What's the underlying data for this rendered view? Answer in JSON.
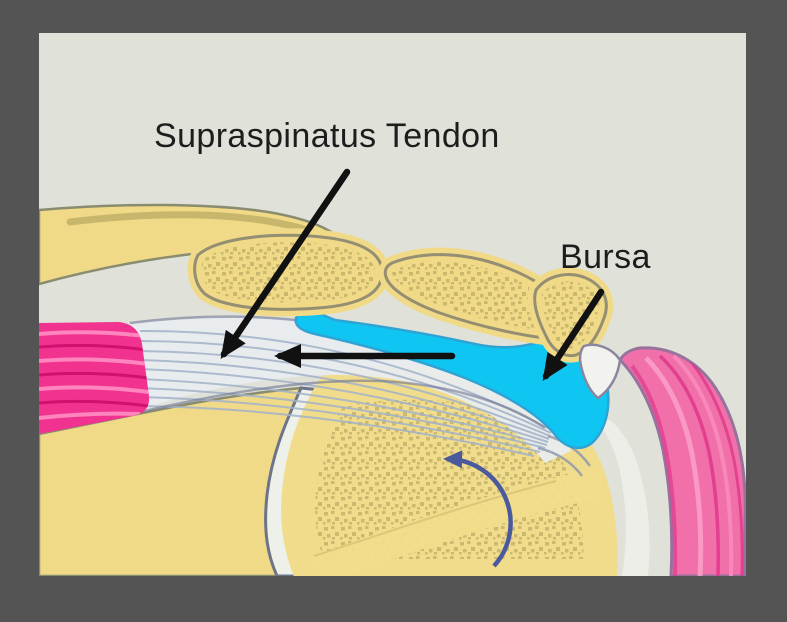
{
  "annotations": {
    "supraspinatus_tendon": "Supraspinatus Tendon",
    "bursa": "Bursa"
  },
  "icons": {
    "tendon_arrow": "straight-arrow-pointing-down-left-to-tendon",
    "retraction_arrow": "horizontal-arrow-pointing-left-along-tendon",
    "bursa_arrow": "straight-arrow-pointing-down-left-to-bursa",
    "rotation_arrow": "curved-arrow-inside-humeral-head"
  },
  "colors": {
    "frame": "#545454",
    "canvas": "#e0e1d9",
    "bone": "#f0da87",
    "bone2": "#f0dc8b",
    "bone_outline": "#8a8c6f",
    "bone_stipple": "#a89a58",
    "humerus_outline": "#6e7488",
    "joint_space": "#eef0ea",
    "bursa_fill": "#0fc6f2",
    "bursa_outline": "#2fa3d4",
    "muscle_pink": "#f1338f",
    "deltoid_pink": "#f170aa",
    "deltoid_outline": "#97739c",
    "tendon_fiber": "#a2b2ca",
    "tendon_outline": "#6f7792",
    "rotation_arrow": "#4a5a9c",
    "annotation_arrow": "#111111",
    "label_text": "#1d1d1d"
  }
}
